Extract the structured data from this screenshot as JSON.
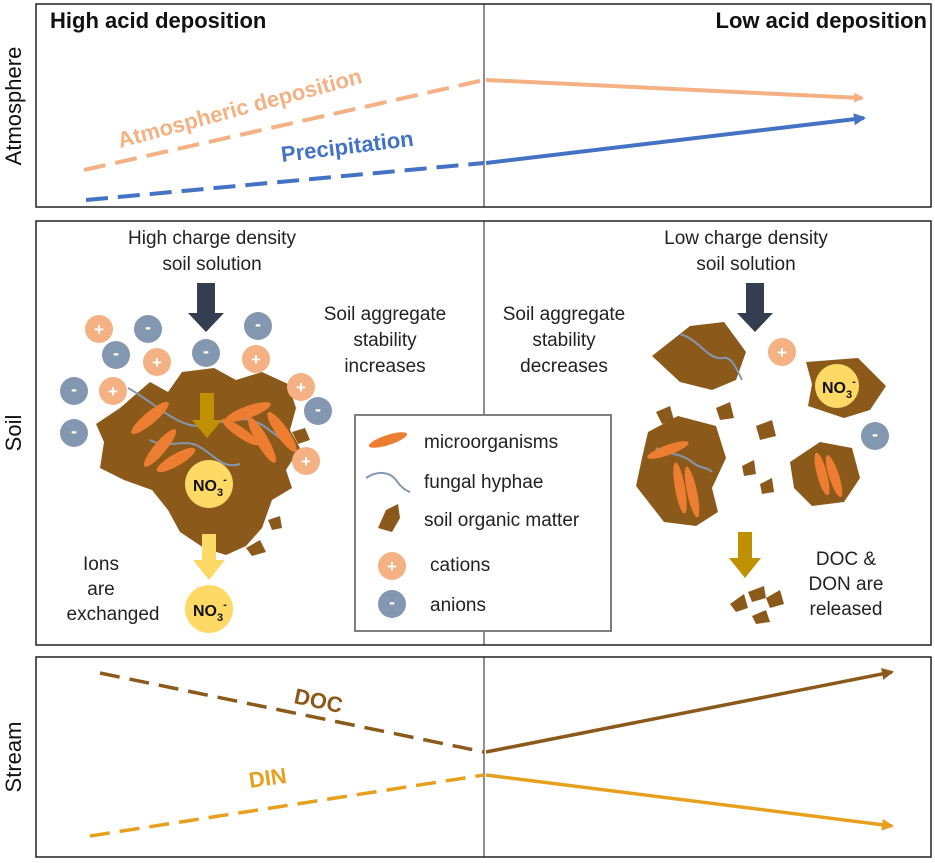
{
  "panels": {
    "atmosphere": "Atmosphere",
    "soil": "Soil",
    "stream": "Stream"
  },
  "headers": {
    "high": "High acid deposition",
    "low": "Low acid deposition"
  },
  "atmosphere": {
    "deposition_label": "Atmospheric deposition",
    "precipitation_label": "Precipitation"
  },
  "soil": {
    "left_title_line1": "High charge density",
    "left_title_line2": "soil solution",
    "right_title_line1": "Low charge density",
    "right_title_line2": "soil solution",
    "stability_inc_1": "Soil aggregate",
    "stability_inc_2": "stability",
    "stability_inc_3": "increases",
    "stability_dec_1": "Soil aggregate",
    "stability_dec_2": "stability",
    "stability_dec_3": "decreases",
    "ions_1": "Ions",
    "ions_2": "are",
    "ions_3": "exchanged",
    "doc_1": "DOC &",
    "doc_2": "DON are",
    "doc_3": "released",
    "no3": "NO",
    "no3_sub": "3",
    "no3_sup": "-",
    "plus": "+",
    "minus": "-"
  },
  "legend": {
    "microorganisms": "microorganisms",
    "fungal_hyphae": "fungal hyphae",
    "soil_organic_matter": "soil organic matter",
    "cations": "cations",
    "anions": "anions"
  },
  "stream": {
    "doc_label": "DOC",
    "din_label": "DIN"
  },
  "colors": {
    "deposition": "#f4b183",
    "precipitation": "#4472c4",
    "soil_brown": "#8b5a1b",
    "microbe": "#ed7d31",
    "hyphae": "#8497b0",
    "cation": "#f4b183",
    "anion": "#8497b0",
    "nitrate": "#ffd966",
    "doc_line": "#8b5a1b",
    "din_line": "#e6a01e",
    "dark_arrow": "#333f50",
    "gold_arrow": "#bf9000",
    "yellow_arrow": "#ffd966"
  }
}
